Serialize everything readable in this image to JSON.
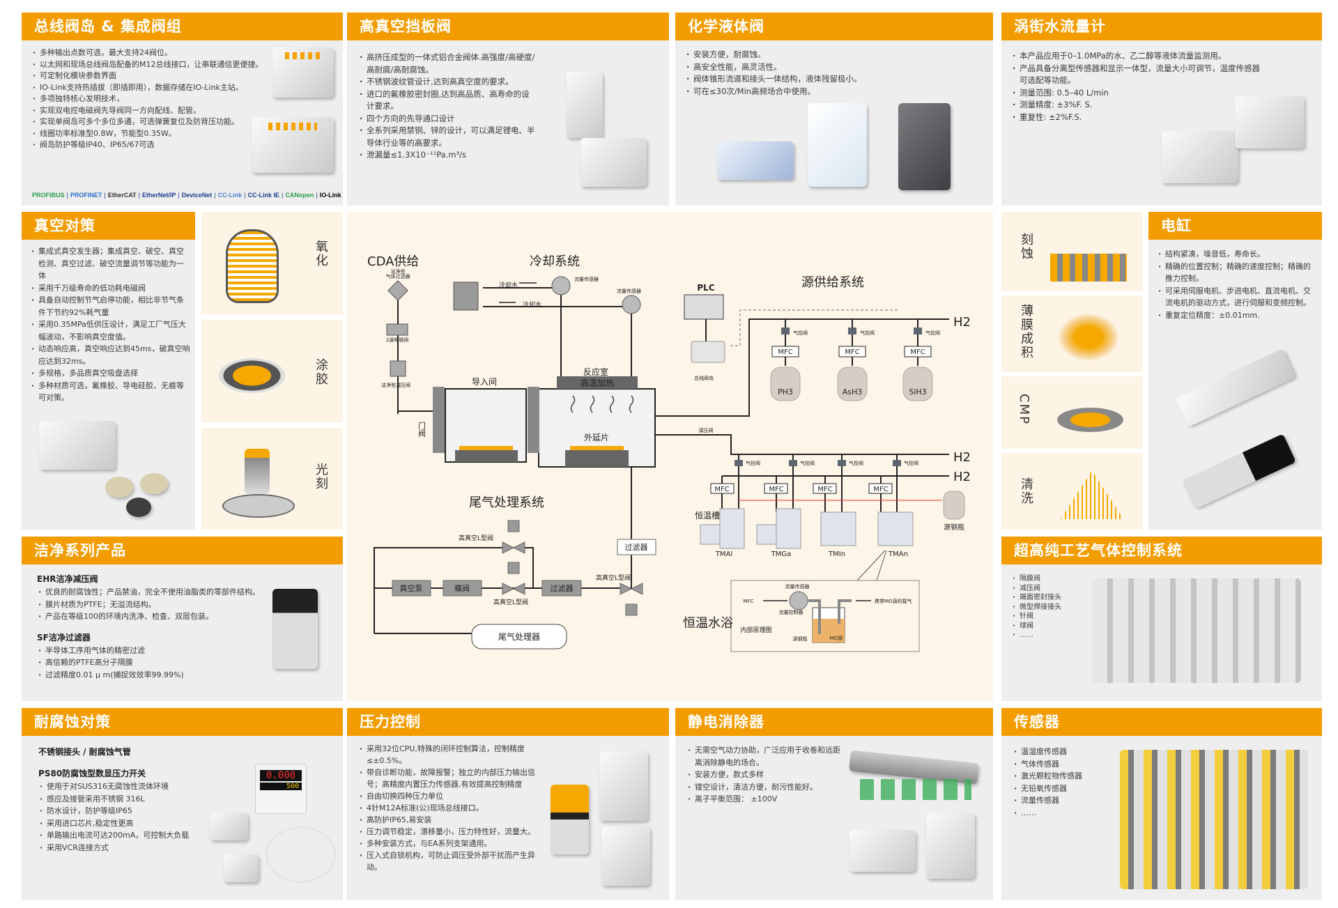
{
  "colors": {
    "header": "#f39c00",
    "panel": "#eeeeee",
    "diagram_bg": "#fdf5e8",
    "wafer": "#f5a800"
  },
  "bus_valve": {
    "title": "总线阀岛 & 集成阀组",
    "bullets": [
      "多种输出点数可选，最大支持24阀位。",
      "以太网和现场总线阀岛配备的M12总线接口，让串联通信更便捷。",
      "可定制化模块参数界面",
      "IO-Link支持热插拔（即插即用），数据存储在IO-Link主站。",
      "多项独特核心发明技术，",
      "实现双电控电磁阀先导阀同一方向配线、配管。",
      "实现单阀岛可多个多位多通，可选弹簧复位及防背压功能。",
      "线圈功率标准型0.8W，节能型0.35W。",
      "阀岛防护等级IP40、IP65/67可选"
    ],
    "protocols": [
      "PROFIBUS",
      "PROFINET",
      "EtherCAT",
      "EtherNet/IP",
      "DeviceNet",
      "CC-Link",
      "CC-Link IE",
      "CANopen",
      "IO-Link"
    ]
  },
  "vacuum_valve": {
    "title": "高真空挡板阀",
    "bullets": [
      "高挤压成型的一体式铝合金阀体.高强度/高硬度/高耐腐/高耐腐蚀。",
      "不锈钢波纹管设计,达到高真空度的要求。",
      "进口的氟橡胶密封圈,达到高品质、高寿命的设计要求。",
      "四个方向的先导通口设计",
      "全系列采用禁铜、锌的设计，可以满足锂电、半导体行业等的高要求。",
      "泄漏量≤1.3X10⁻¹¹Pa.m³/s"
    ]
  },
  "chem_valve": {
    "title": "化学液体阀",
    "bullets": [
      "安装方便，耐腐蚀。",
      "高安全性能，高灵活性。",
      "阀体锥形流道和接头一体结构，液体残留极小。",
      "可在≤30次/Min高频场合中使用。"
    ]
  },
  "flow_meter": {
    "title": "涡街水流量计",
    "bullets": [
      "本产品应用于0–1.0MPa的水、乙二醇等液体流量监测用。",
      "产品具备分离型传感器和显示一体型，流量大小可调节，温度传感器可选配等功能。",
      "测量范围:  0.5–40 L/min",
      "测量精度: ±3%F. S.",
      "重复性: ±2%F.S."
    ]
  },
  "vacuum": {
    "title": "真空对策",
    "bullets": [
      "集成式真空发生器；集成真空、破空、真空检测、真空过滤、破空流量调节等功能为一体",
      "采用千万级寿命的低功耗电磁阀",
      "具备自动控制节气启停功能，相比非节气条件下节约92%耗气量",
      "采用0.35MPa低供压设计，满足工厂气压大幅波动，不影响真空度值。",
      "动态响应高，真空响应达到45ms，破真空响应达到32ms。",
      "多规格，多品质真空吸盘选择",
      "多种材质可选，氟橡胶、导电硅胶、无痕等可对策。"
    ]
  },
  "process_left": [
    "氧化",
    "涂胶",
    "光刻"
  ],
  "process_right": [
    "刻蚀",
    "薄膜成积",
    "CMP",
    "清洗"
  ],
  "cylinder": {
    "title": "电缸",
    "bullets": [
      "结构紧凑，噪音低，寿命长。",
      "精确的位置控制；精确的速度控制；精确的推力控制。",
      "可采用伺服电机、步进电机、直流电机、交流电机的驱动方式，进行伺服和变频控制。",
      "重复定位精度：±0.01mm."
    ]
  },
  "clean": {
    "title": "洁净系列产品",
    "sub1": "EHR洁净减压阀",
    "bullets1": [
      "优良的耐腐蚀性；产品禁油，完全不使用油脂类的零部件结构。",
      "膜片材质为PTFE；无溢流结构。",
      "产品在等级100的环境内洗净、检查、双层包装。"
    ],
    "sub2": "SF洁净过滤器",
    "bullets2": [
      "半导体工序用气体的精密过滤",
      "高信赖的PTFE高分子隔膜",
      "过滤精度0.01 μ m(捕捉效效率99.99%)"
    ]
  },
  "ultra_pure": {
    "title": "超高纯工艺气体控制系统",
    "items": [
      "隔膜阀",
      "减压阀",
      "端面密封接头",
      "微型焊接接头",
      "针阀",
      "球阀",
      "……"
    ]
  },
  "corrosion": {
    "title": "耐腐蚀对策",
    "sub0": "不锈钢接头 / 耐腐蚀气管",
    "sub1": "PS80防腐蚀型数显压力开关",
    "bullets": [
      "使用于对SUS316无腐蚀性流体环境",
      "感应及接管采用不锈钢 316L",
      "防水设计，防护等级IP65",
      "采用进口芯片,稳定性更高",
      "单路输出电流可达200mA，可控制大负载",
      "采用VCR连接方式"
    ],
    "display_top": "0.000",
    "display_bottom": "500"
  },
  "pressure": {
    "title": "压力控制",
    "bullets": [
      "采用32位CPU,特殊的闭环控制算法，控制精度≤±0.5%。",
      "带自诊断功能，故障报警；独立的内部压力输出信号；高精度内置压力传感器,有效提高控制精度",
      "自由切换四种压力单位",
      "4针M12A标准(公)现场总线接口。",
      "高防护IP65,易安装",
      "压力调节稳定，漂移量小，压力特性好，流量大。",
      "多种安装方式，与EA系列支架通用。",
      "压入式自锁机构，可防止调压受外部干扰而产生异动。"
    ]
  },
  "static": {
    "title": "静电消除器",
    "bullets": [
      "无需空气动力协助，广泛应用于收卷和远距离消除静电的场合。",
      "安装方便，款式多样",
      "镂空设计，清洁方便，耐污性能好。",
      "离子平衡范围： ±100V"
    ]
  },
  "sensor": {
    "title": "传感器",
    "items": [
      "温湿度传感器",
      "气体传感器",
      "激光颗粒物传感器",
      "无铅氧传感器",
      "流量传感器",
      "……"
    ]
  },
  "diagram": {
    "cda": "CDA供给",
    "cooling": "冷却系统",
    "source": "源供给系统",
    "exhaust": "尾气处理系统",
    "bath": "恒温水浴",
    "gas_filter_1": "洁净型",
    "gas_filter_2": "气体过滤器",
    "solenoid": "2通电磁阀",
    "reducer": "洁净型减压阀",
    "cooling_water": "冷却水",
    "flow_sensor": "流量传感器",
    "load_lock": "导入间",
    "reactor": "反应室",
    "heating": "高温加热",
    "gate_valve": "门阀",
    "epi_wafer": "外延片",
    "plc": "PLC",
    "bus_island": "总线阀岛",
    "air_valve": "气控阀",
    "mfc": "MFC",
    "h2": "H2",
    "regulator": "调压阀",
    "gases": [
      "PH3",
      "AsH3",
      "SiH3"
    ],
    "mo_sources": [
      "TMAl",
      "TMGa",
      "TMIn",
      "TMAn"
    ],
    "thermostat": "恒温槽",
    "source_cylinder": "源钢瓶",
    "hv_valve": "高真空L型阀",
    "vacuum_pump": "真空泵",
    "butterfly": "蝶阀",
    "filter": "过滤器",
    "scrubber": "尾气处理器",
    "inner": "内部原理图",
    "flow_controller": "流量控制器",
    "carrier": "携带MO源的载气",
    "mo": "MO源"
  }
}
